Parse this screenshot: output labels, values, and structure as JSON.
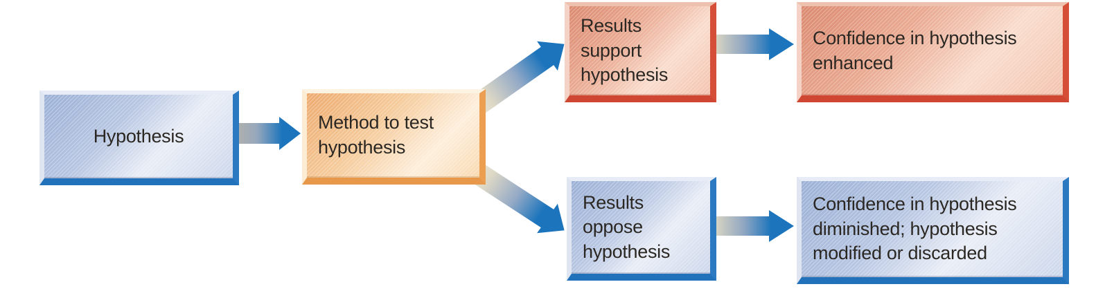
{
  "diagram": {
    "type": "flowchart",
    "boxes": [
      {
        "id": "hypothesis",
        "label": "Hypothesis",
        "color_scheme": "blue"
      },
      {
        "id": "method",
        "label": "Method to test\nhypothesis",
        "color_scheme": "orange"
      },
      {
        "id": "results-support",
        "label": "Results\nsupport\nhypothesis",
        "color_scheme": "red"
      },
      {
        "id": "confidence-enhanced",
        "label": "Confidence in hypothesis\nenhanced",
        "color_scheme": "red"
      },
      {
        "id": "results-oppose",
        "label": "Results\noppose\nhypothesis",
        "color_scheme": "blue"
      },
      {
        "id": "confidence-diminished",
        "label": "Confidence in hypothesis\ndiminished; hypothesis\nmodified or discarded",
        "color_scheme": "blue"
      }
    ],
    "connections": [
      {
        "from": "hypothesis",
        "to": "method",
        "direction": "right"
      },
      {
        "from": "method",
        "to": "results-support",
        "direction": "up-right"
      },
      {
        "from": "method",
        "to": "results-oppose",
        "direction": "down-right"
      },
      {
        "from": "results-support",
        "to": "confidence-enhanced",
        "direction": "right"
      },
      {
        "from": "results-oppose",
        "to": "confidence-diminished",
        "direction": "right"
      }
    ]
  },
  "colors": {
    "arrow_blue": "#1b74bc",
    "arrow_tail_beige": "#ded8c2",
    "blue_box_border_dark": "#2a79c1",
    "blue_box_fill_light": "#dde5f2",
    "orange_box_border_dark": "#e8984a",
    "orange_box_fill_light": "#fdeedb",
    "red_box_border_dark": "#d54e37",
    "red_box_fill_light": "#f9dccd",
    "text": "#2b2723",
    "background": "#ffffff"
  }
}
